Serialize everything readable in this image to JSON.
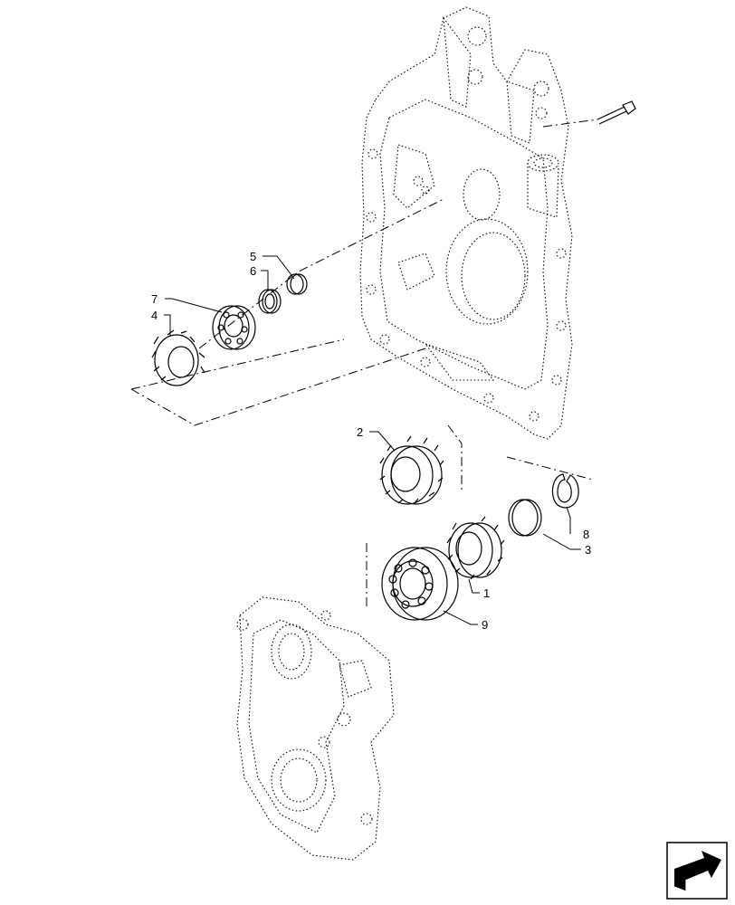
{
  "callouts": {
    "c1": "1",
    "c2": "2",
    "c3": "3",
    "c4": "4",
    "c5": "5",
    "c6": "6",
    "c7": "7",
    "c8": "8",
    "c9": "9"
  },
  "nav_icon": "arrow-icon"
}
